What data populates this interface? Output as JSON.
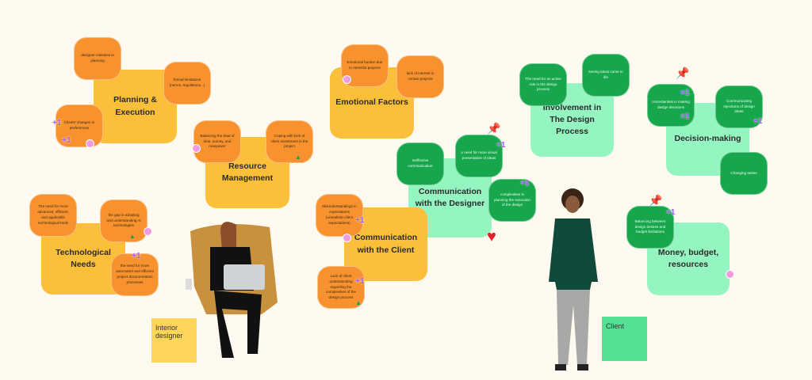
{
  "clusters": [
    {
      "title": "Planning & Execution",
      "notes": [
        "designer mistakes in planning",
        "formal limitations (norms, regulations...)",
        "Clients' changes in preferences"
      ]
    },
    {
      "title": "Resource Management",
      "notes": [
        "Balancing the triad of time, money, and manpower",
        "Coping with lack of client investment in the project"
      ]
    },
    {
      "title": "Emotional Factors",
      "notes": [
        "Emotional burden due to stressful projects",
        "lack of interest in certain projects"
      ]
    },
    {
      "title": "Involvement in The Design Process",
      "notes": [
        "The need for an active role in the design process",
        "seeing ideas come to life"
      ]
    },
    {
      "title": "Decision-making",
      "notes": [
        "Uncertainties in making design decisions",
        "Communicating rejections of design ideas",
        "Changing tastes"
      ]
    },
    {
      "title": "Communication with the Designer",
      "notes": [
        "Ineffective communication",
        "a need for more visual presentation of ideas",
        "complexities in planning the execution of the design"
      ]
    },
    {
      "title": "Communication with the Client",
      "notes": [
        "Misunderstandings in expectations (unrealistic client expectations)",
        "Lack of client understanding regarding the complexities of the design process"
      ]
    },
    {
      "title": "Technological Needs",
      "notes": [
        "The need for more advanced, efficient, and applicable technological tools",
        "the gap in adopting and understanding AI technologies",
        "the need for more automated and efficient project documentation processes"
      ]
    },
    {
      "title": "Money, budget, resources",
      "notes": [
        "Balancing between design desires and budget limitations"
      ]
    }
  ],
  "labels": {
    "designer": "Interior designer",
    "client": "Client"
  },
  "reaction": "+1",
  "colors": {
    "background": "#fffaf0",
    "yellow": "#fcbf3a",
    "orange": "#f8922f",
    "light_green": "#95f5c0",
    "dark_green": "#17a64c"
  }
}
